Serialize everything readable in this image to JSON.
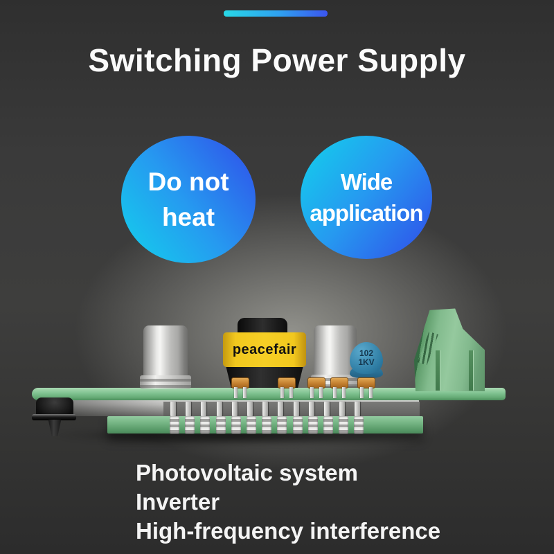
{
  "header": {
    "title": "Switching Power Supply"
  },
  "badges": {
    "left": {
      "line1": "Do not",
      "line2": "heat"
    },
    "right": {
      "line1": "Wide",
      "line2": "application"
    }
  },
  "board": {
    "buzzer_label": "peacefair",
    "disc_capacitor": {
      "line1": "102",
      "line2": "1KV"
    },
    "pin_count": 13
  },
  "applications": {
    "line1": "Photovoltaic system",
    "line2": "Inverter",
    "line3": "High-frequency interference"
  },
  "colors": {
    "background_dark": "#363636",
    "badge_cyan": "#14cdec",
    "badge_blue": "#2f55ea",
    "accent_bar_left": "#28d8e6",
    "accent_bar_right": "#3b55ef",
    "pcb_green": "#7fc290",
    "buzzer_yellow": "#f2c81e",
    "disc_capacitor_blue": "#2e7ca3",
    "text_light": "#f4f4f4"
  }
}
